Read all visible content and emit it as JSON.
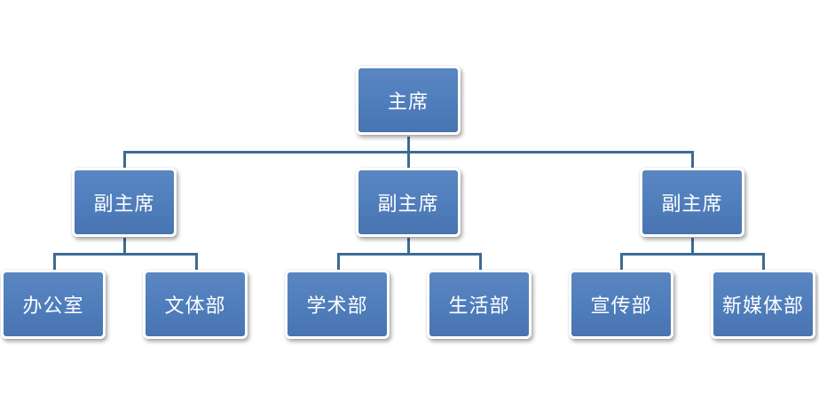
{
  "chairman": {
    "label": "主席"
  },
  "vice_chairs": [
    {
      "label": "副主席",
      "departments": [
        {
          "label": "办公室"
        },
        {
          "label": "文体部"
        }
      ]
    },
    {
      "label": "副主席",
      "departments": [
        {
          "label": "学术部"
        },
        {
          "label": "生活部"
        }
      ]
    },
    {
      "label": "副主席",
      "departments": [
        {
          "label": "宣传部"
        },
        {
          "label": "新媒体部"
        }
      ]
    }
  ],
  "colors": {
    "node_fill": "#4f7dbb",
    "node_border": "#ffffff",
    "connector": "#3d6b94",
    "text": "#ffffff",
    "background": "#ffffff"
  }
}
